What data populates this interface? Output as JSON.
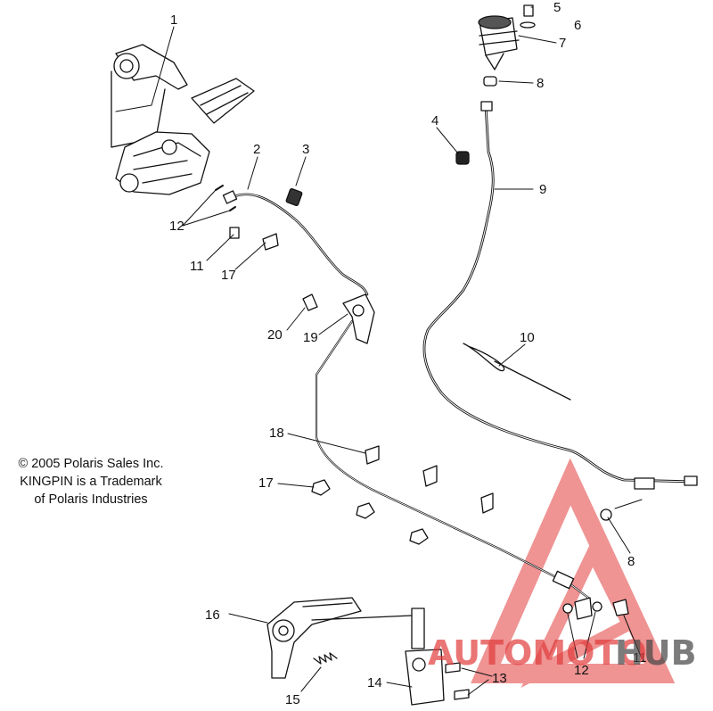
{
  "diagram": {
    "callouts": {
      "c1": "1",
      "c2": "2",
      "c3": "3",
      "c4": "4",
      "c5": "5",
      "c6": "6",
      "c7": "7",
      "c8a": "8",
      "c8b": "8",
      "c9": "9",
      "c10": "10",
      "c11a": "11",
      "c11b": "11",
      "c12a": "12",
      "c12b": "12",
      "c13": "13",
      "c14": "14",
      "c15": "15",
      "c16": "16",
      "c17a": "17",
      "c17b": "17",
      "c18": "18",
      "c19": "19",
      "c20": "20"
    },
    "copyright": {
      "line1": "© 2005 Polaris Sales Inc.",
      "line2": "KINGPIN is a Trademark",
      "line3": "of Polaris Industries"
    }
  },
  "watermark": {
    "text_a": "AUTOMOTO",
    "text_b": "HUB",
    "color_red": "#e23b3b",
    "color_dark": "#444444"
  }
}
